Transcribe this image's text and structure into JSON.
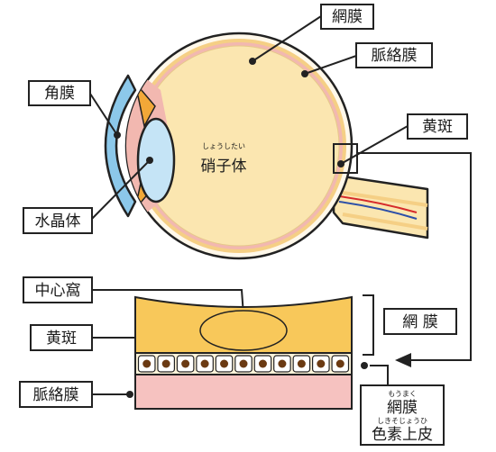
{
  "diagram": {
    "labels": {
      "retina": "網膜",
      "choroid": "脈絡膜",
      "cornea": "角膜",
      "macula": "黄斑",
      "lens": "水晶体",
      "vitreous": "硝子体",
      "vitreous_ruby": "しょうしたい",
      "fovea": "中心窩",
      "macula_detail": "黄斑",
      "choroid_detail": "脈絡膜",
      "retina_detail": "網 膜",
      "rpe_line1": "網膜",
      "rpe_line1_ruby": "もうまく",
      "rpe_line2": "色素上皮",
      "rpe_line2_ruby": "しきそじょうひ"
    },
    "colors": {
      "outline": "#222222",
      "vitreous_fill": "#fbe6b0",
      "retina_layer": "#f5cf85",
      "choroid_layer": "#f2b8b0",
      "cornea_fill": "#8cc8ea",
      "lens_fill": "#c5e4f6",
      "iris_fill": "#f2a838",
      "detail_retina": "#f8c85a",
      "detail_choroid": "#f6c2c0",
      "rpe_cell": "#ffffff",
      "rpe_nucleus": "#6b3a12",
      "nerve_artery": "#d62b2b",
      "nerve_vein": "#2d4fa8"
    }
  }
}
